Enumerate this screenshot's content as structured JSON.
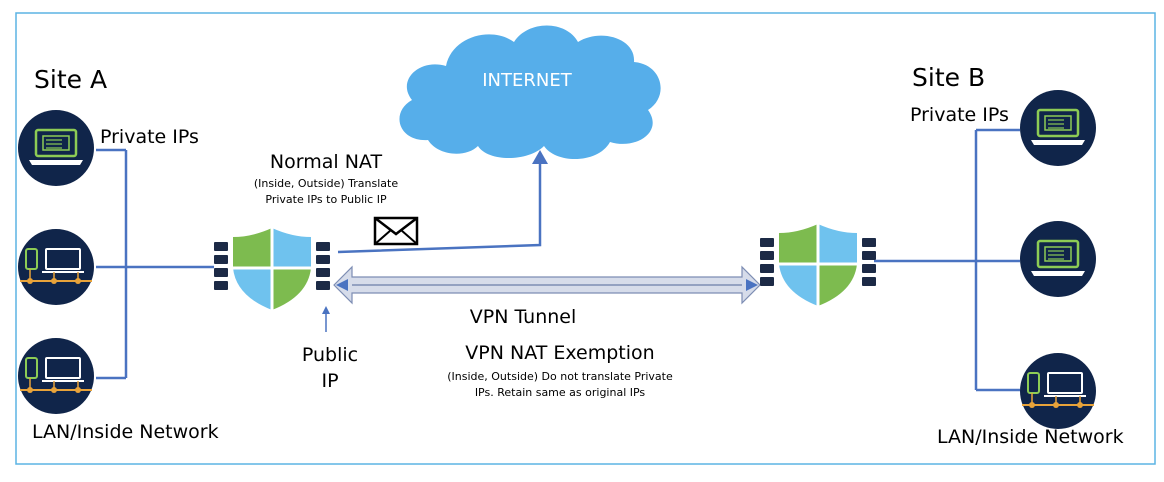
{
  "site_a": {
    "title": "Site A",
    "private_ips": "Private IPs",
    "lan": "LAN/Inside Network"
  },
  "site_b": {
    "title": "Site B",
    "private_ips": "Private IPs",
    "lan": "LAN/Inside Network"
  },
  "internet": "INTERNET",
  "normal_nat": {
    "title": "Normal NAT",
    "line1": "(Inside, Outside)  Translate",
    "line2": "Private IPs to Public  IP"
  },
  "public_ip": {
    "line1": "Public",
    "line2": "IP"
  },
  "tunnel": {
    "label": "VPN Tunnel",
    "exemption_title": "VPN NAT Exemption",
    "line1": "(Inside, Outside) Do not translate Private",
    "line2": "IPs. Retain same as original IPs"
  },
  "colors": {
    "border": "#5bb4e4",
    "line": "#4a73c1",
    "cloud": "#56aeea",
    "device_bg": "#10254a",
    "device_fg": "#8dcc55",
    "shield_blue": "#6fc2ee",
    "shield_green": "#7dbb4f",
    "tunnel": "#d6dcea"
  }
}
